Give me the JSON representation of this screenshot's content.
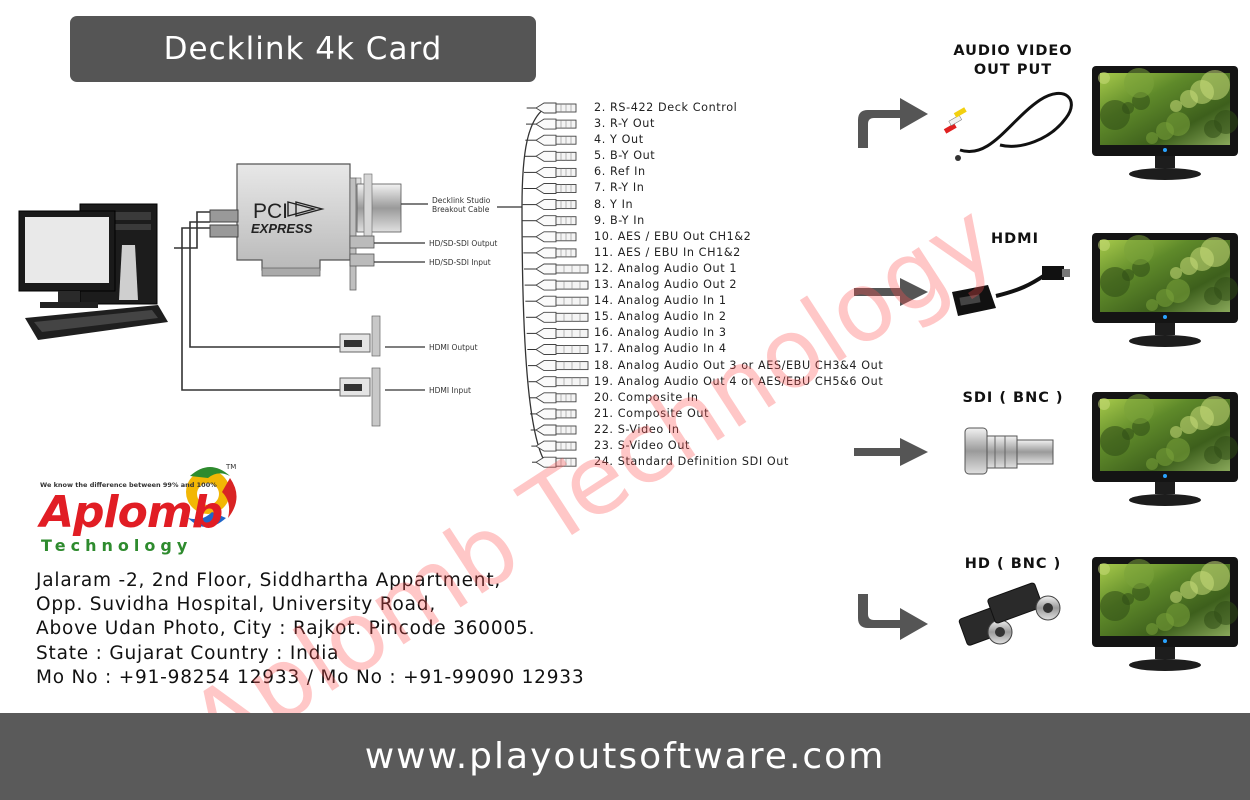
{
  "title": "Decklink 4k Card",
  "footer_url": "www.playoutsoftware.com",
  "card": {
    "pci_logo_top": "PCI",
    "pci_logo_bottom": "EXPRESS",
    "breakout_label_1": "Decklink Studio",
    "breakout_label_2": "Breakout Cable",
    "sdi_output": "HD/SD-SDI Output",
    "sdi_input": "HD/SD-SDI Input",
    "hdmi_output": "HDMI Output",
    "hdmi_input": "HDMI Input"
  },
  "connectors": [
    "2.   RS-422 Deck Control",
    "3.   R-Y Out",
    "4.   Y Out",
    "5.   B-Y Out",
    "6.   Ref In",
    "7.   R-Y In",
    "8.   Y In",
    "9.   B-Y In",
    "10.  AES / EBU Out CH1&2",
    "11.  AES / EBU In CH1&2",
    "12.  Analog Audio Out 1",
    "13.  Analog Audio Out 2",
    "14.  Analog Audio In 1",
    "15.  Analog Audio In 2",
    "16.  Analog Audio In 3",
    "17.  Analog Audio In 4",
    "18.  Analog Audio Out 3 or AES/EBU CH3&4 Out",
    "19.  Analog Audio Out 4 or AES/EBU CH5&6 Out",
    "20.  Composite In",
    "21.  Composite Out",
    "22.  S-Video In",
    "23.  S-Video Out",
    "24.  Standard Definition SDI Out"
  ],
  "outputs": {
    "av_line1": "AUDIO VIDEO",
    "av_line2": "OUT PUT",
    "hdmi": "HDMI",
    "sdi": "SDI ( BNC )",
    "hd": "HD ( BNC )"
  },
  "logo": {
    "tagline": "We know the difference between 99% and 100%",
    "name": "Aplomb",
    "sub": "Technology",
    "tm": "TM"
  },
  "address": [
    "Jalaram -2, 2nd Floor, Siddhartha Appartment,",
    "Opp. Suvidha Hospital, University Road,",
    "Above Udan Photo, City : Rajkot. Pincode 360005.",
    "State : Gujarat Country : India",
    "Mo No : +91-98254 12933 / Mo No : +91-99090 12933"
  ],
  "watermark": "Aplomb Technology",
  "colors": {
    "title_bg": "#555555",
    "footer_bg": "#5a5a5a",
    "logo_red": "#e11d24",
    "logo_green": "#2e8b2e",
    "watermark": "#ff5050"
  }
}
